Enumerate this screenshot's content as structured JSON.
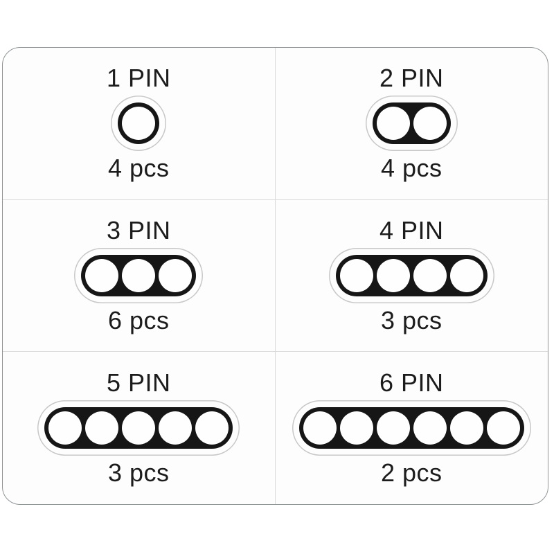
{
  "colors": {
    "panel_border": "#8f9496",
    "divider": "#dadada",
    "text": "#1c1c1c",
    "panel_background": "#fdfdfd",
    "shape_black": "#161616",
    "sticker_outline": "#c8c8c8",
    "sticker_white": "#fdfdfd",
    "pin_white": "#fefefe"
  },
  "cells": [
    {
      "label": "1 PIN",
      "pins": 1,
      "pcs": "4 pcs"
    },
    {
      "label": "2 PIN",
      "pins": 2,
      "pcs": "4 pcs"
    },
    {
      "label": "3 PIN",
      "pins": 3,
      "pcs": "6 pcs"
    },
    {
      "label": "4 PIN",
      "pins": 4,
      "pcs": "3 pcs"
    },
    {
      "label": "5 PIN",
      "pins": 5,
      "pcs": "3 pcs"
    },
    {
      "label": "6 PIN",
      "pins": 6,
      "pcs": "2 pcs"
    }
  ]
}
